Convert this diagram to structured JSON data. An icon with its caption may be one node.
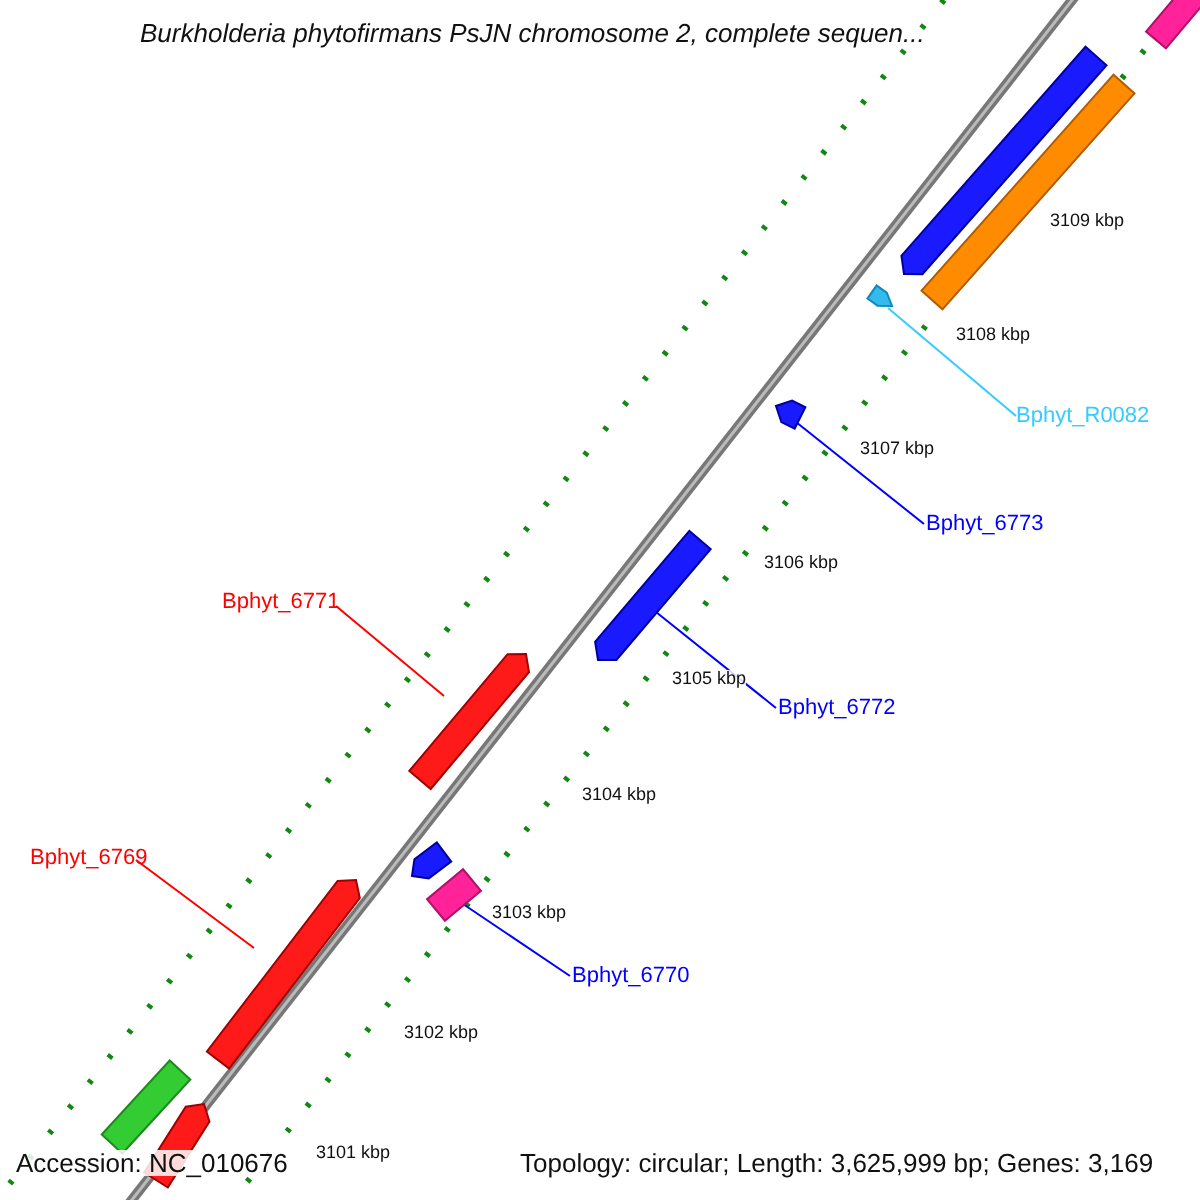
{
  "diagram": {
    "title": "Burkholderia phytofirmans PsJN chromosome 2, complete sequen...",
    "nodes": [
      {
        "text": [],
        "shape": "bar"
      },
      {
        "text": [],
        "shape": "bar"
      },
      {
        "text": [],
        "shape": "bar"
      },
      {
        "text": [],
        "shape": "bar"
      },
      {
        "text": [
          "Bphyt_R0082"
        ]
      },
      {
        "text": [],
        "shape": "bar"
      },
      {
        "text": [
          "Bphyt_6773"
        ]
      },
      {
        "text": [],
        "shape": "bar"
      },
      {
        "text": [
          "Bphyt_6771"
        ]
      },
      {
        "text": [
          "Bphyt_6772"
        ]
      },
      {
        "text": [],
        "shape": "bar"
      },
      {
        "text": [
          "Bphyt_6769"
        ]
      },
      {
        "text": [],
        "shape": "bar"
      },
      {
        "text": [],
        "shape": "bar"
      },
      {
        "text": [
          "Bphyt_6770"
        ]
      },
      {
        "text": [],
        "shape": "bar"
      },
      {
        "text": [],
        "shape": "bar"
      },
      {
        "text": [],
        "shape": "bar"
      }
    ],
    "edges": [
      {
        "from": 4,
        "to": 3,
        "arrow": "none",
        "color": "#33ccff"
      },
      {
        "from": 6,
        "to": 5,
        "arrow": "none",
        "color": "#0000ff"
      },
      {
        "from": 8,
        "to": 10,
        "arrow": "none",
        "color": "#ff0000"
      },
      {
        "from": 9,
        "to": 7,
        "arrow": "none",
        "color": "#0000ff"
      },
      {
        "from": 11,
        "to": 15,
        "arrow": "none",
        "color": "#ff0000"
      },
      {
        "from": 14,
        "to": 13,
        "arrow": "none",
        "color": "#0000ff"
      }
    ],
    "labels": [
      "3109 kbp",
      "3108 kbp",
      "3107 kbp",
      "3106 kbp",
      "3105 kbp",
      "3104 kbp",
      "3103 kbp",
      "3102 kbp",
      "3101 kbp",
      "Accession: NC_010676",
      "Topology: circular; Length: 3,625,999 bp; Genes: 3,169"
    ]
  }
}
